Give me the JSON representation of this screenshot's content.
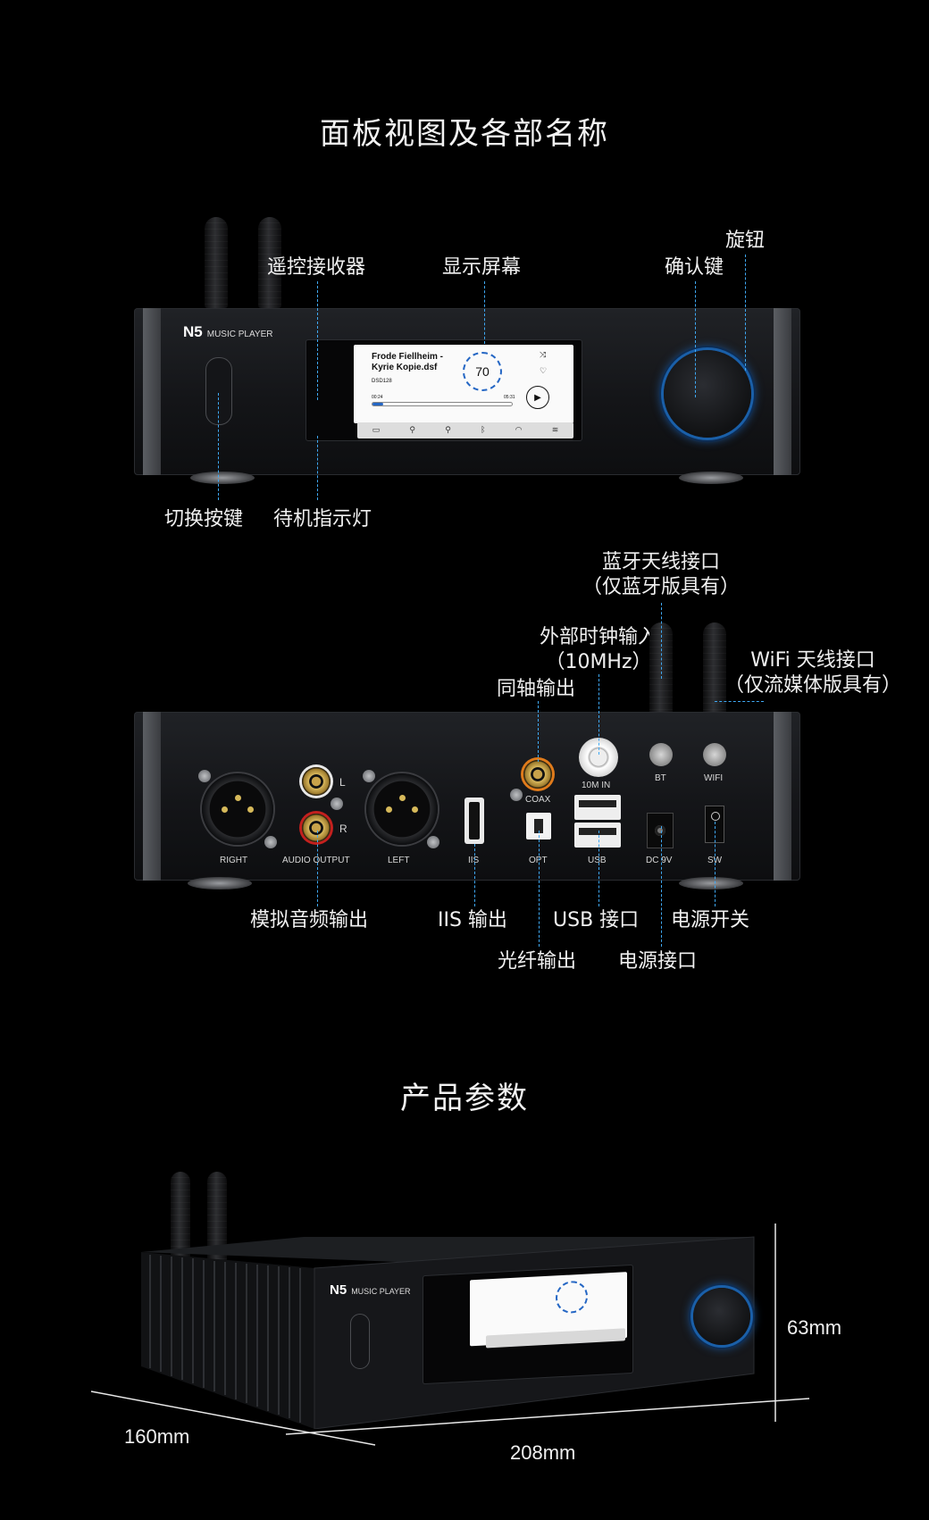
{
  "section1": {
    "title": "面板视图及各部名称",
    "labels": {
      "remote_receiver": "遥控接收器",
      "display": "显示屏幕",
      "knob": "旋钮",
      "confirm_key": "确认键",
      "switch_key": "切换按键",
      "standby_light": "待机指示灯"
    }
  },
  "device": {
    "brand": "N5",
    "model_text": "MUSIC PLAYER",
    "screen": {
      "artist": "Frode Fiellheim -",
      "track": "Kyrie Kopie.dsf",
      "format": "DSD128",
      "volume": "70",
      "time_elapsed": "00:24",
      "time_total": "05:31",
      "progress": 0.08
    }
  },
  "section2": {
    "labels": {
      "bt_antenna": "蓝牙天线接口",
      "bt_antenna_note": "（仅蓝牙版具有）",
      "ext_clock": "外部时钟输入",
      "ext_clock_freq": "（10MHz）",
      "coax_out": "同轴输出",
      "wifi_antenna": "WiFi 天线接口",
      "wifi_antenna_note": "（仅流媒体版具有）",
      "analog_out": "模拟音频输出",
      "iis_out": "IIS 输出",
      "usb_port": "USB 接口",
      "power_switch": "电源开关",
      "optical_out": "光纤输出",
      "power_port": "电源接口"
    },
    "port_labels": {
      "right": "RIGHT",
      "audio_output": "AUDIO OUTPUT",
      "left": "LEFT",
      "l": "L",
      "r": "R",
      "iis": "IIS",
      "coax": "COAX",
      "opt": "OPT",
      "ten_m_in": "10M IN",
      "usb": "USB",
      "dc": "DC 9V",
      "sw": "SW",
      "bt": "BT",
      "wifi": "WIFI"
    }
  },
  "section3": {
    "title": "产品参数",
    "height": "63mm",
    "depth": "160mm",
    "width": "208mm"
  },
  "colors": {
    "accent_blue": "#3fa9f5",
    "background": "#000000"
  }
}
